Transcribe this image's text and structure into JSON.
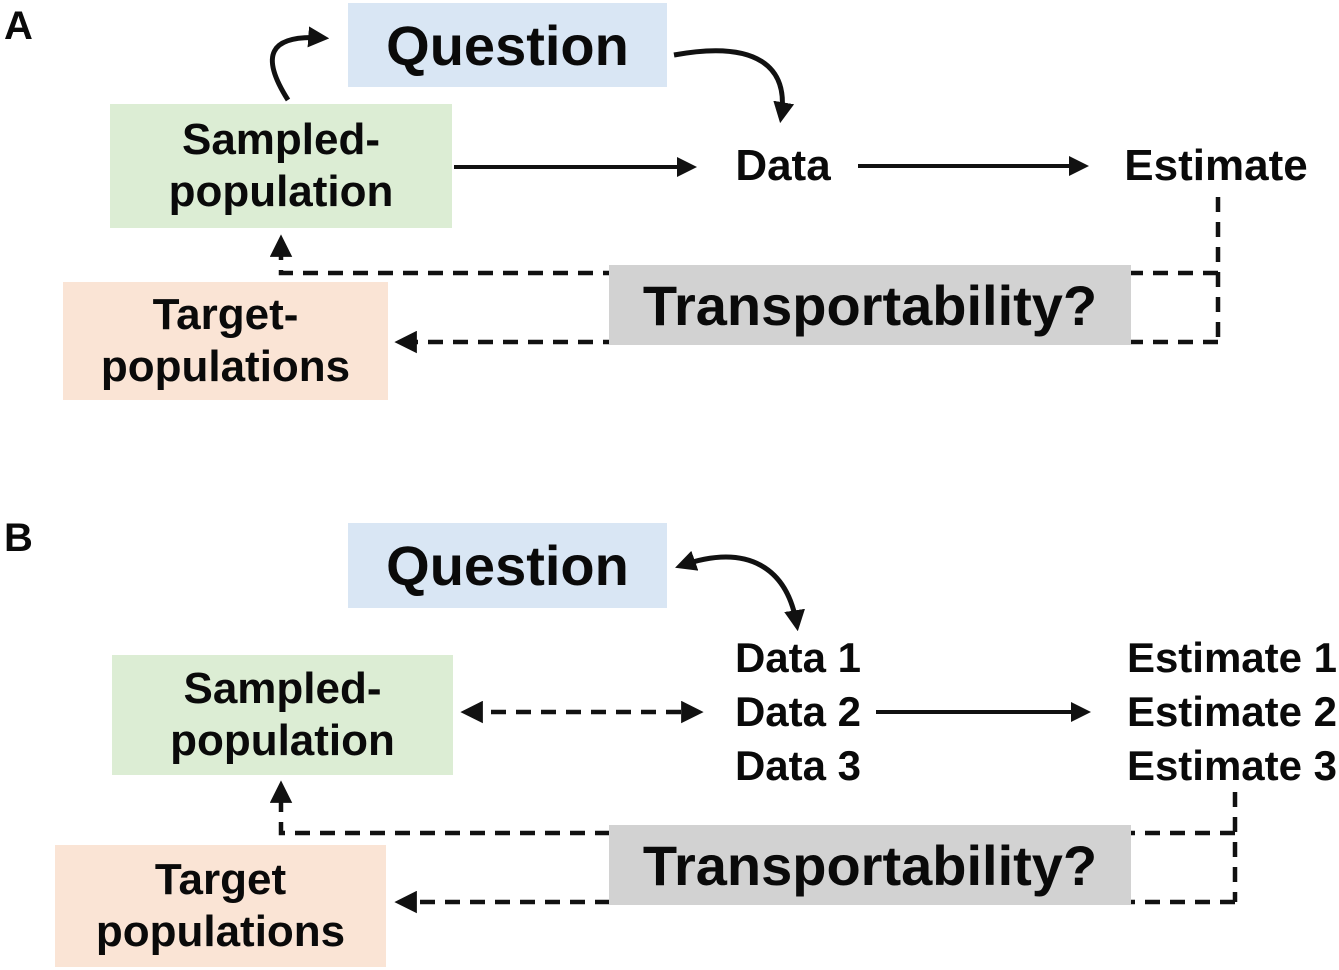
{
  "colors": {
    "question_fill": "#d9e6f4",
    "sampled_fill": "#dcedd4",
    "target_fill": "#fae4d5",
    "transportability_fill": "#d2d2d2",
    "arrow_color": "#111111",
    "background": "#ffffff"
  },
  "panel_a": {
    "label": "A",
    "question": "Question",
    "sampled_line1": "Sampled-",
    "sampled_line2": "population",
    "data": "Data",
    "estimate": "Estimate",
    "transportability": "Transportability?",
    "target_line1": "Target-",
    "target_line2": "populations"
  },
  "panel_b": {
    "label": "B",
    "question": "Question",
    "sampled_line1": "Sampled-",
    "sampled_line2": "population",
    "data_items": [
      "Data 1",
      "Data 2",
      "Data 3"
    ],
    "estimate_items": [
      "Estimate 1",
      "Estimate 2",
      "Estimate 3"
    ],
    "transportability": "Transportability?",
    "target_line1": "Target",
    "target_line2": "populations"
  }
}
